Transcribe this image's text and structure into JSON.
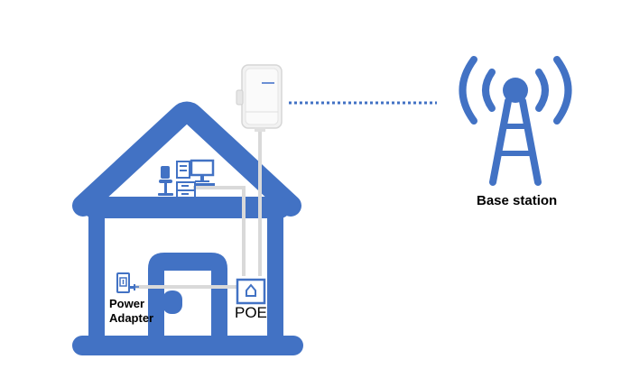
{
  "labels": {
    "base_station": "Base station",
    "poe": "POE",
    "power_adapter_line1": "Power",
    "power_adapter_line2": "Adapter"
  },
  "colors": {
    "house_blue": "#4272C4",
    "cable_gray": "#d9d9d9",
    "cpe_white": "#f2f2f2",
    "link_dots": "#4272C4"
  },
  "icons": [
    "cpe-device-icon",
    "base-station-tower-icon",
    "computer-desk-icon",
    "poe-injector-icon",
    "power-adapter-icon",
    "house-icon"
  ]
}
